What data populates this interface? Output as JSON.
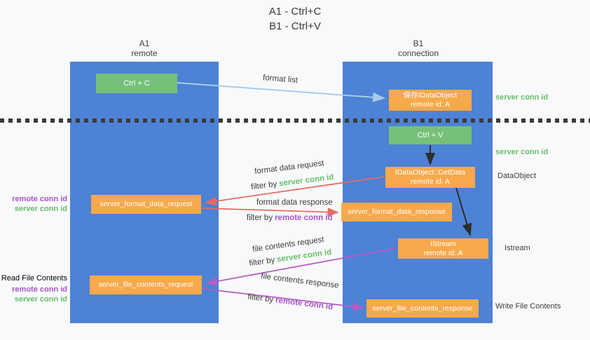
{
  "title": {
    "line1": "A1 - Ctrl+C",
    "line2": "B1 - Ctrl+V"
  },
  "lifelines": {
    "left": {
      "name": "A1",
      "subtitle": "remote"
    },
    "right": {
      "name": "B1",
      "subtitle": "connection"
    }
  },
  "nodes": {
    "ctrl_c": {
      "label": "Ctrl + C"
    },
    "ctrl_v": {
      "label": "Ctrl + V"
    },
    "save_idataobject": {
      "line1": "保存IDataObject",
      "line2": "remote id: A"
    },
    "idataobject_getdata": {
      "line1": "IDataObject::GetData",
      "line2": "remote id: A"
    },
    "istream": {
      "line1": "IStream",
      "line2": "remote id: A"
    },
    "server_format_data_request": {
      "label": "server_format_data_request"
    },
    "server_format_data_response": {
      "label": "server_format_data_response"
    },
    "server_file_contents_request": {
      "label": "server_file_contents_request"
    },
    "server_file_contents_response": {
      "label": "server_file_contents_response"
    }
  },
  "flow_labels": {
    "format_list": "format list",
    "format_data_request": "format data request",
    "format_data_response": "format data response",
    "file_contents_request": "file contents request",
    "file_contents_response": "file contents response",
    "filter_by": "filter by",
    "server_conn_id": "server conn id",
    "remote_conn_id": "remote conn id"
  },
  "side_labels": {
    "server_conn_id_top": "server conn id",
    "server_conn_id_mid": "server conn id",
    "dataobject": "DataObject",
    "istream": "Istream",
    "write_file_contents": "Write File Contents",
    "read_file_contents": "Read File Contents",
    "remote_conn_id_format": "remote conn id",
    "server_conn_id_format": "server conn id",
    "remote_conn_id_file": "remote conn id",
    "server_conn_id_file": "server conn id"
  },
  "colors": {
    "lifeline_blue": "#4d82d5",
    "node_green": "#77c07a",
    "node_orange": "#f7a94b",
    "arrow_blue": "#a5cdeb",
    "arrow_red": "#e86a60",
    "arrow_purple": "#b65cc5",
    "arrow_black": "#2d2d2d",
    "text_green": "#67bd6b",
    "text_purple": "#a854c8",
    "text_dark": "#3d3d3d",
    "background": "#f8f9fa"
  }
}
